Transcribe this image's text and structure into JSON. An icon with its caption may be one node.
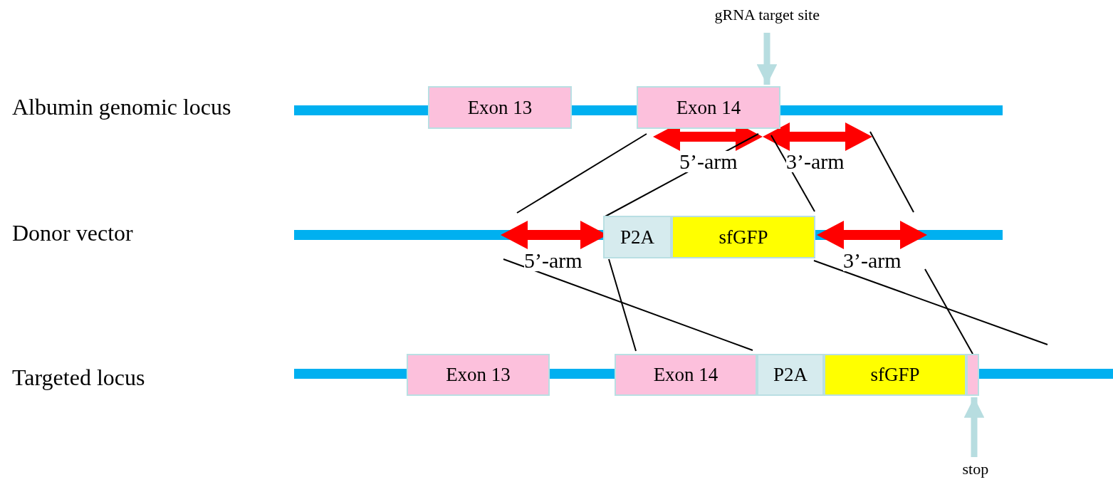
{
  "diagram": {
    "nodes": [
      {
        "text": [
          "Exon 13"
        ]
      },
      {
        "text": [
          "Exon 14"
        ]
      },
      {
        "text": [
          "P2A"
        ]
      },
      {
        "text": [
          "sfGFP"
        ]
      },
      {
        "text": [
          "Exon 13"
        ]
      },
      {
        "text": [
          "Exon 14"
        ]
      },
      {
        "text": [
          "P2A"
        ]
      },
      {
        "text": [
          "sfGFP"
        ]
      },
      {
        "text": [],
        "shape": "box"
      },
      {
        "text": [
          "gRNA target site"
        ]
      },
      {
        "text": [
          "stop"
        ]
      }
    ],
    "edges": [
      {
        "from": 9,
        "to": 1,
        "arrow": "to"
      },
      {
        "from": 10,
        "to": 8,
        "arrow": "to"
      }
    ],
    "labels": [
      "Albumin genomic locus",
      "5’-arm",
      "3’-arm",
      "Donor vector",
      "5’-arm",
      "3’-arm",
      "Targeted locus"
    ]
  }
}
